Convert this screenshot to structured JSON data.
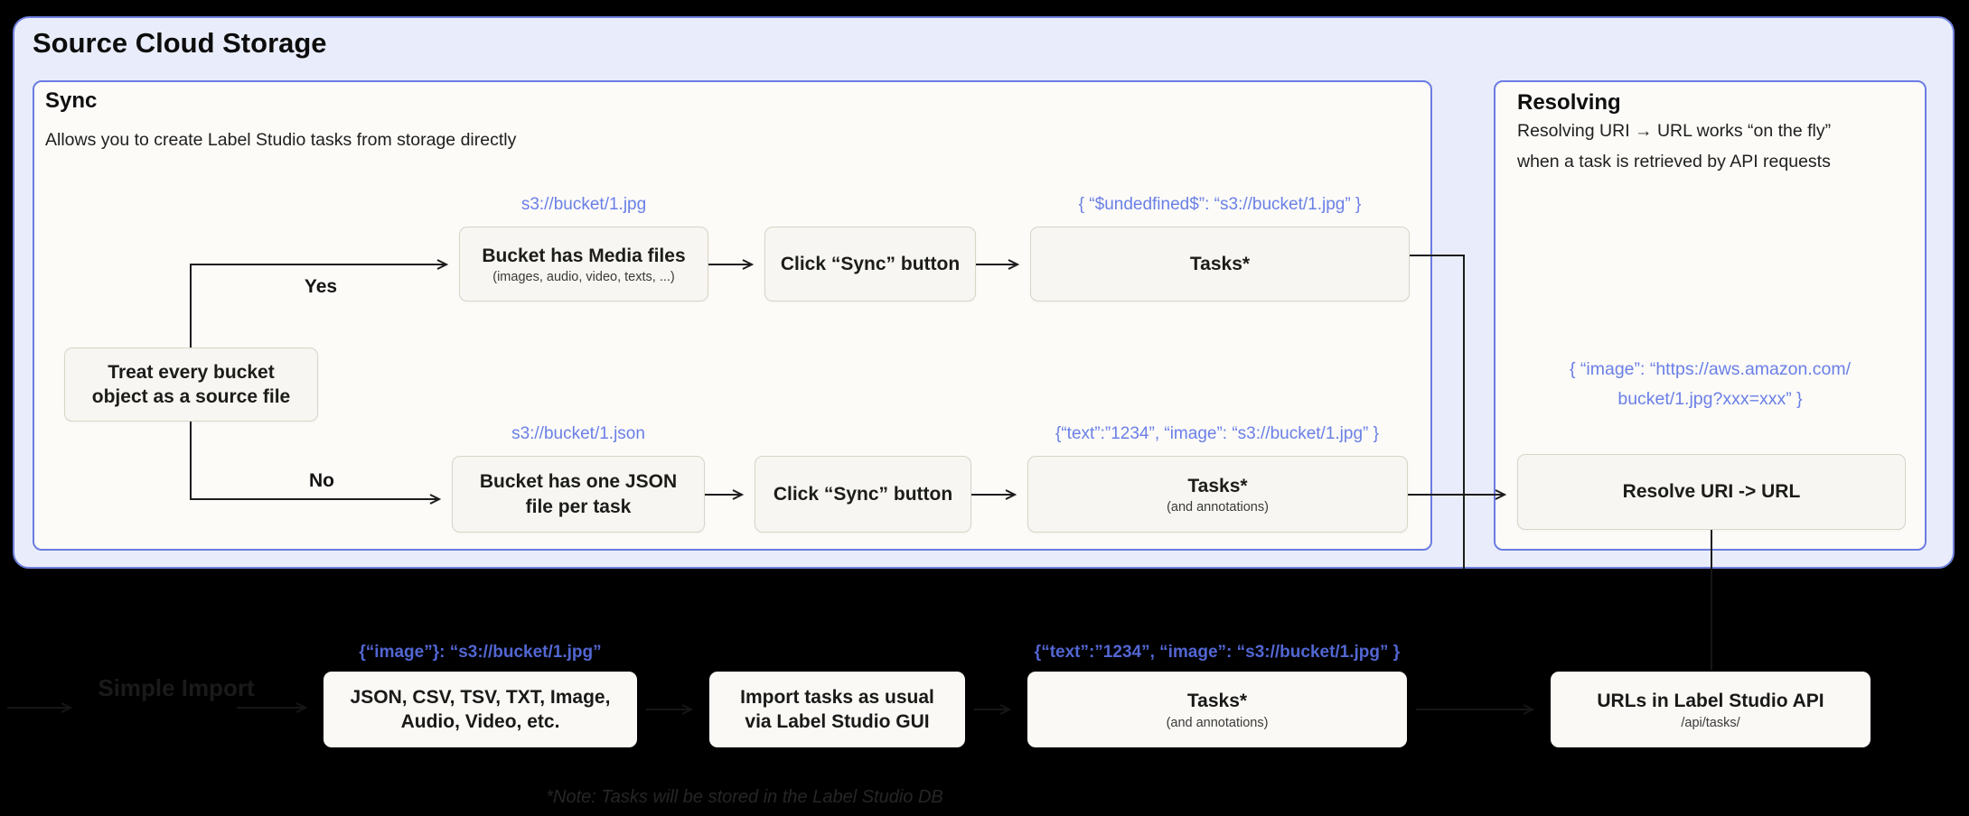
{
  "header": {
    "title": "Source Cloud Storage"
  },
  "sync": {
    "title": "Sync",
    "subtitle": "Allows you to create Label Studio tasks from storage directly",
    "decision_box": "Treat every bucket object as a source file",
    "branch_yes": "Yes",
    "branch_no": "No",
    "row_media": {
      "uri": "s3://bucket/1.jpg",
      "bucket_box_title": "Bucket has Media files",
      "bucket_box_subtitle": "(images, audio, video, texts, ...)",
      "sync_button_box": "Click “Sync” button",
      "tasks_json": "{ “$undedfined$”: “s3://bucket/1.jpg” }",
      "tasks_box_title": "Tasks*"
    },
    "row_json": {
      "uri": "s3://bucket/1.json",
      "bucket_box_title": "Bucket has one JSON file per task",
      "sync_button_box": "Click “Sync” button",
      "tasks_json": "{“text”:”1234”,  “image”: “s3://bucket/1.jpg” }",
      "tasks_box_title": "Tasks*",
      "tasks_box_subtitle": "(and annotations)"
    }
  },
  "resolving": {
    "title": "Resolving",
    "subtitle_line1": "Resolving URI → URL works “on the fly”",
    "subtitle_line2": "when a task is retrieved by API requests",
    "json_line1": "{ “image”: “https://aws.amazon.com/",
    "json_line2": "bucket/1.jpg?xxx=xxx” }",
    "resolve_box": "Resolve URI -> URL"
  },
  "simple_import": {
    "title": "Simple Import",
    "files_json": "{“image”}: “s3://bucket/1.jpg”",
    "files_box": "JSON, CSV, TSV, TXT, Image, Audio, Video, etc.",
    "import_box": "Import tasks as usual via Label Studio GUI",
    "tasks_json": "{“text”:”1234”,  “image”: “s3://bucket/1.jpg” }",
    "tasks_box_title": "Tasks*",
    "tasks_box_subtitle": "(and annotations)",
    "urls_box_title": "URLs in Label Studio API",
    "urls_box_subtitle": "/api/tasks/",
    "note": "*Note: Tasks will be stored in the Label Studio DB"
  },
  "colors": {
    "container_bg": "#E9EDFB",
    "container_border": "#7080DD",
    "panel_bg": "#FCFBF8",
    "panel_border": "#6B7CE2",
    "box_bg": "#F7F6F2",
    "box_border": "#DAD4C8",
    "code_blue": "#6A7FE6",
    "code_blue_on_black": "#5266D2",
    "wire_ink": "#1c1c1c"
  }
}
